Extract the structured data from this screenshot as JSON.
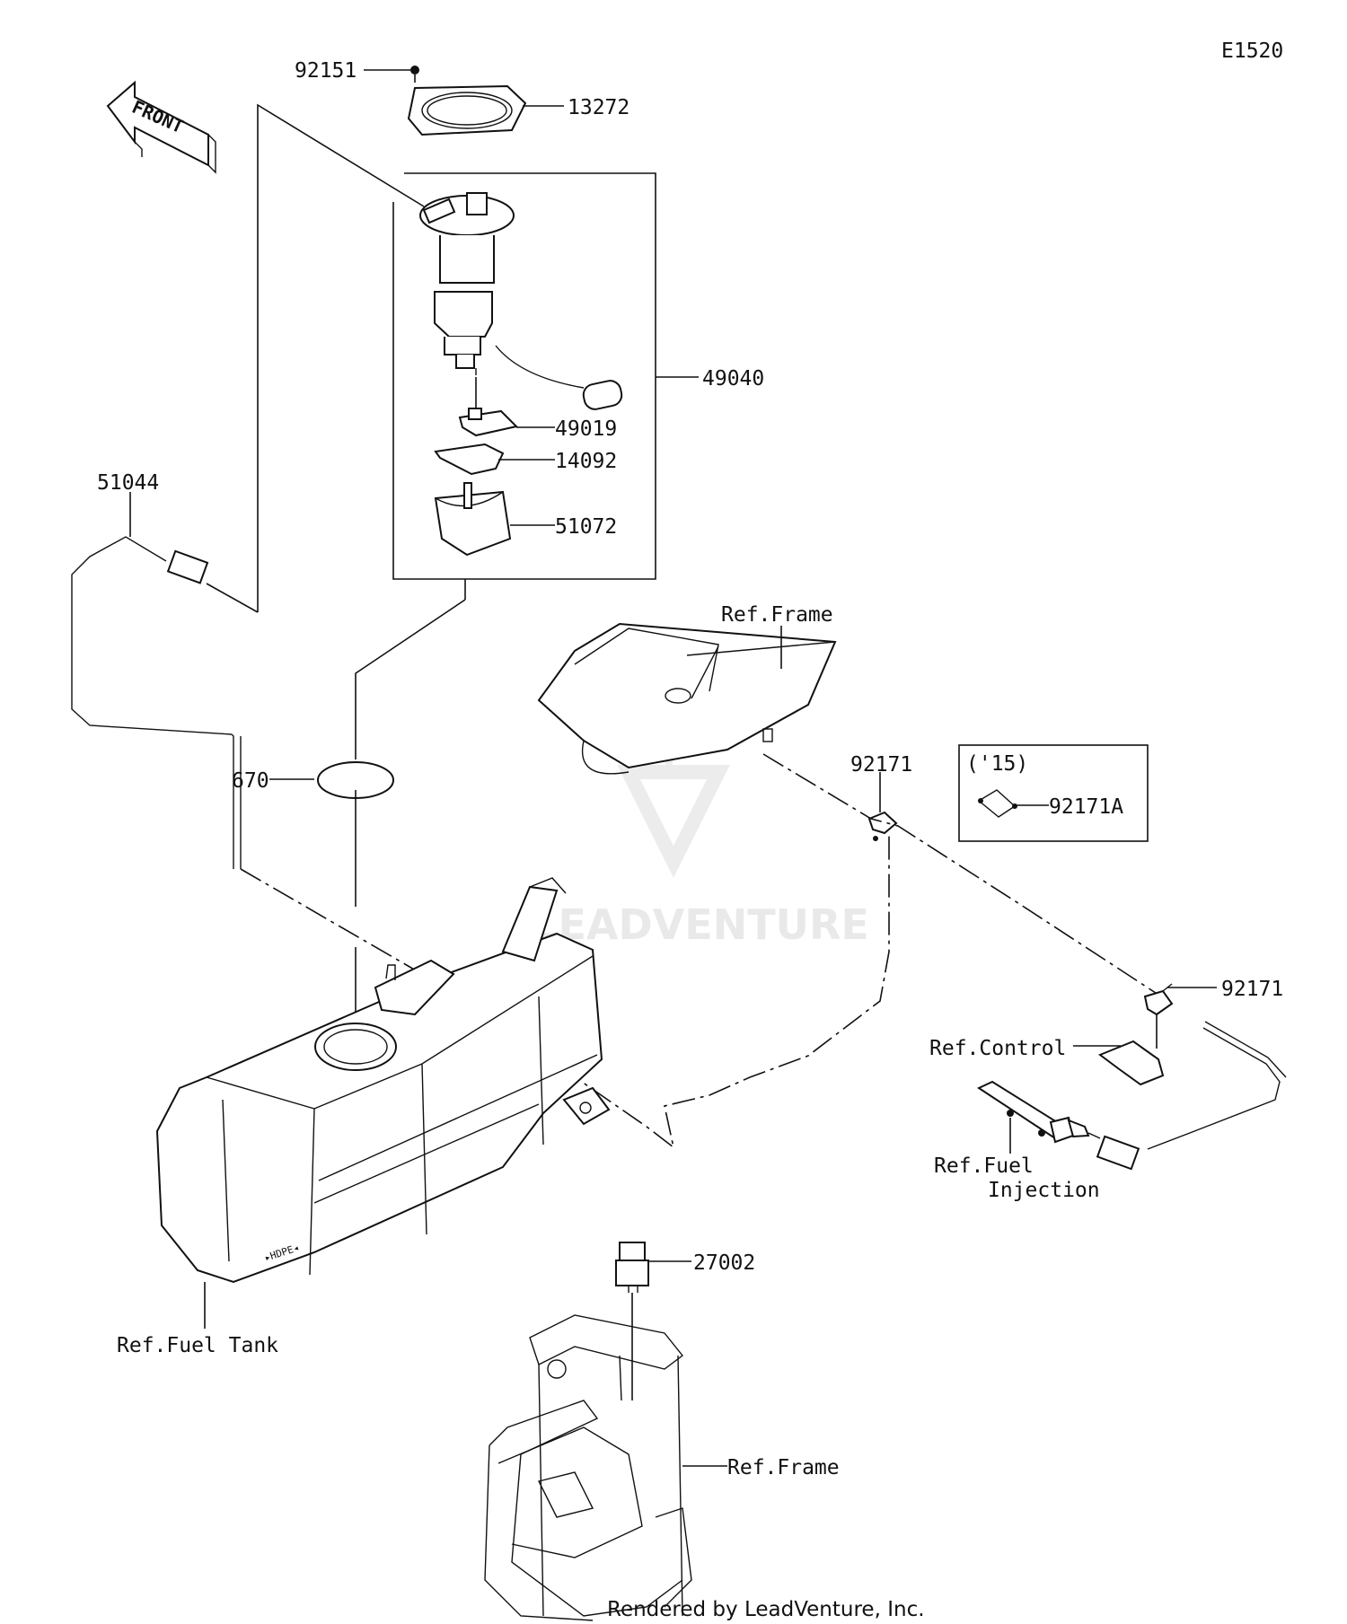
{
  "diagram_id": "E1520",
  "front_label": "FRONT",
  "watermark": "LEADVENTURE",
  "footer": "Rendered by LeadVenture, Inc.",
  "callouts": {
    "p92151": "92151",
    "p13272": "13272",
    "p49040": "49040",
    "p49019": "49019",
    "p14092": "14092",
    "p51072": "51072",
    "p51044": "51044",
    "p670": "670",
    "ref_frame_top": "Ref.Frame",
    "p92171_top": "92171",
    "year_box": "('15)",
    "p92171A": "92171A",
    "p92171_right": "92171",
    "ref_control": "Ref.Control",
    "ref_fuel_injection_1": "Ref.Fuel",
    "ref_fuel_injection_2": "Injection",
    "p27002": "27002",
    "ref_fuel_tank": "Ref.Fuel Tank",
    "ref_frame_bottom": "Ref.Frame"
  }
}
